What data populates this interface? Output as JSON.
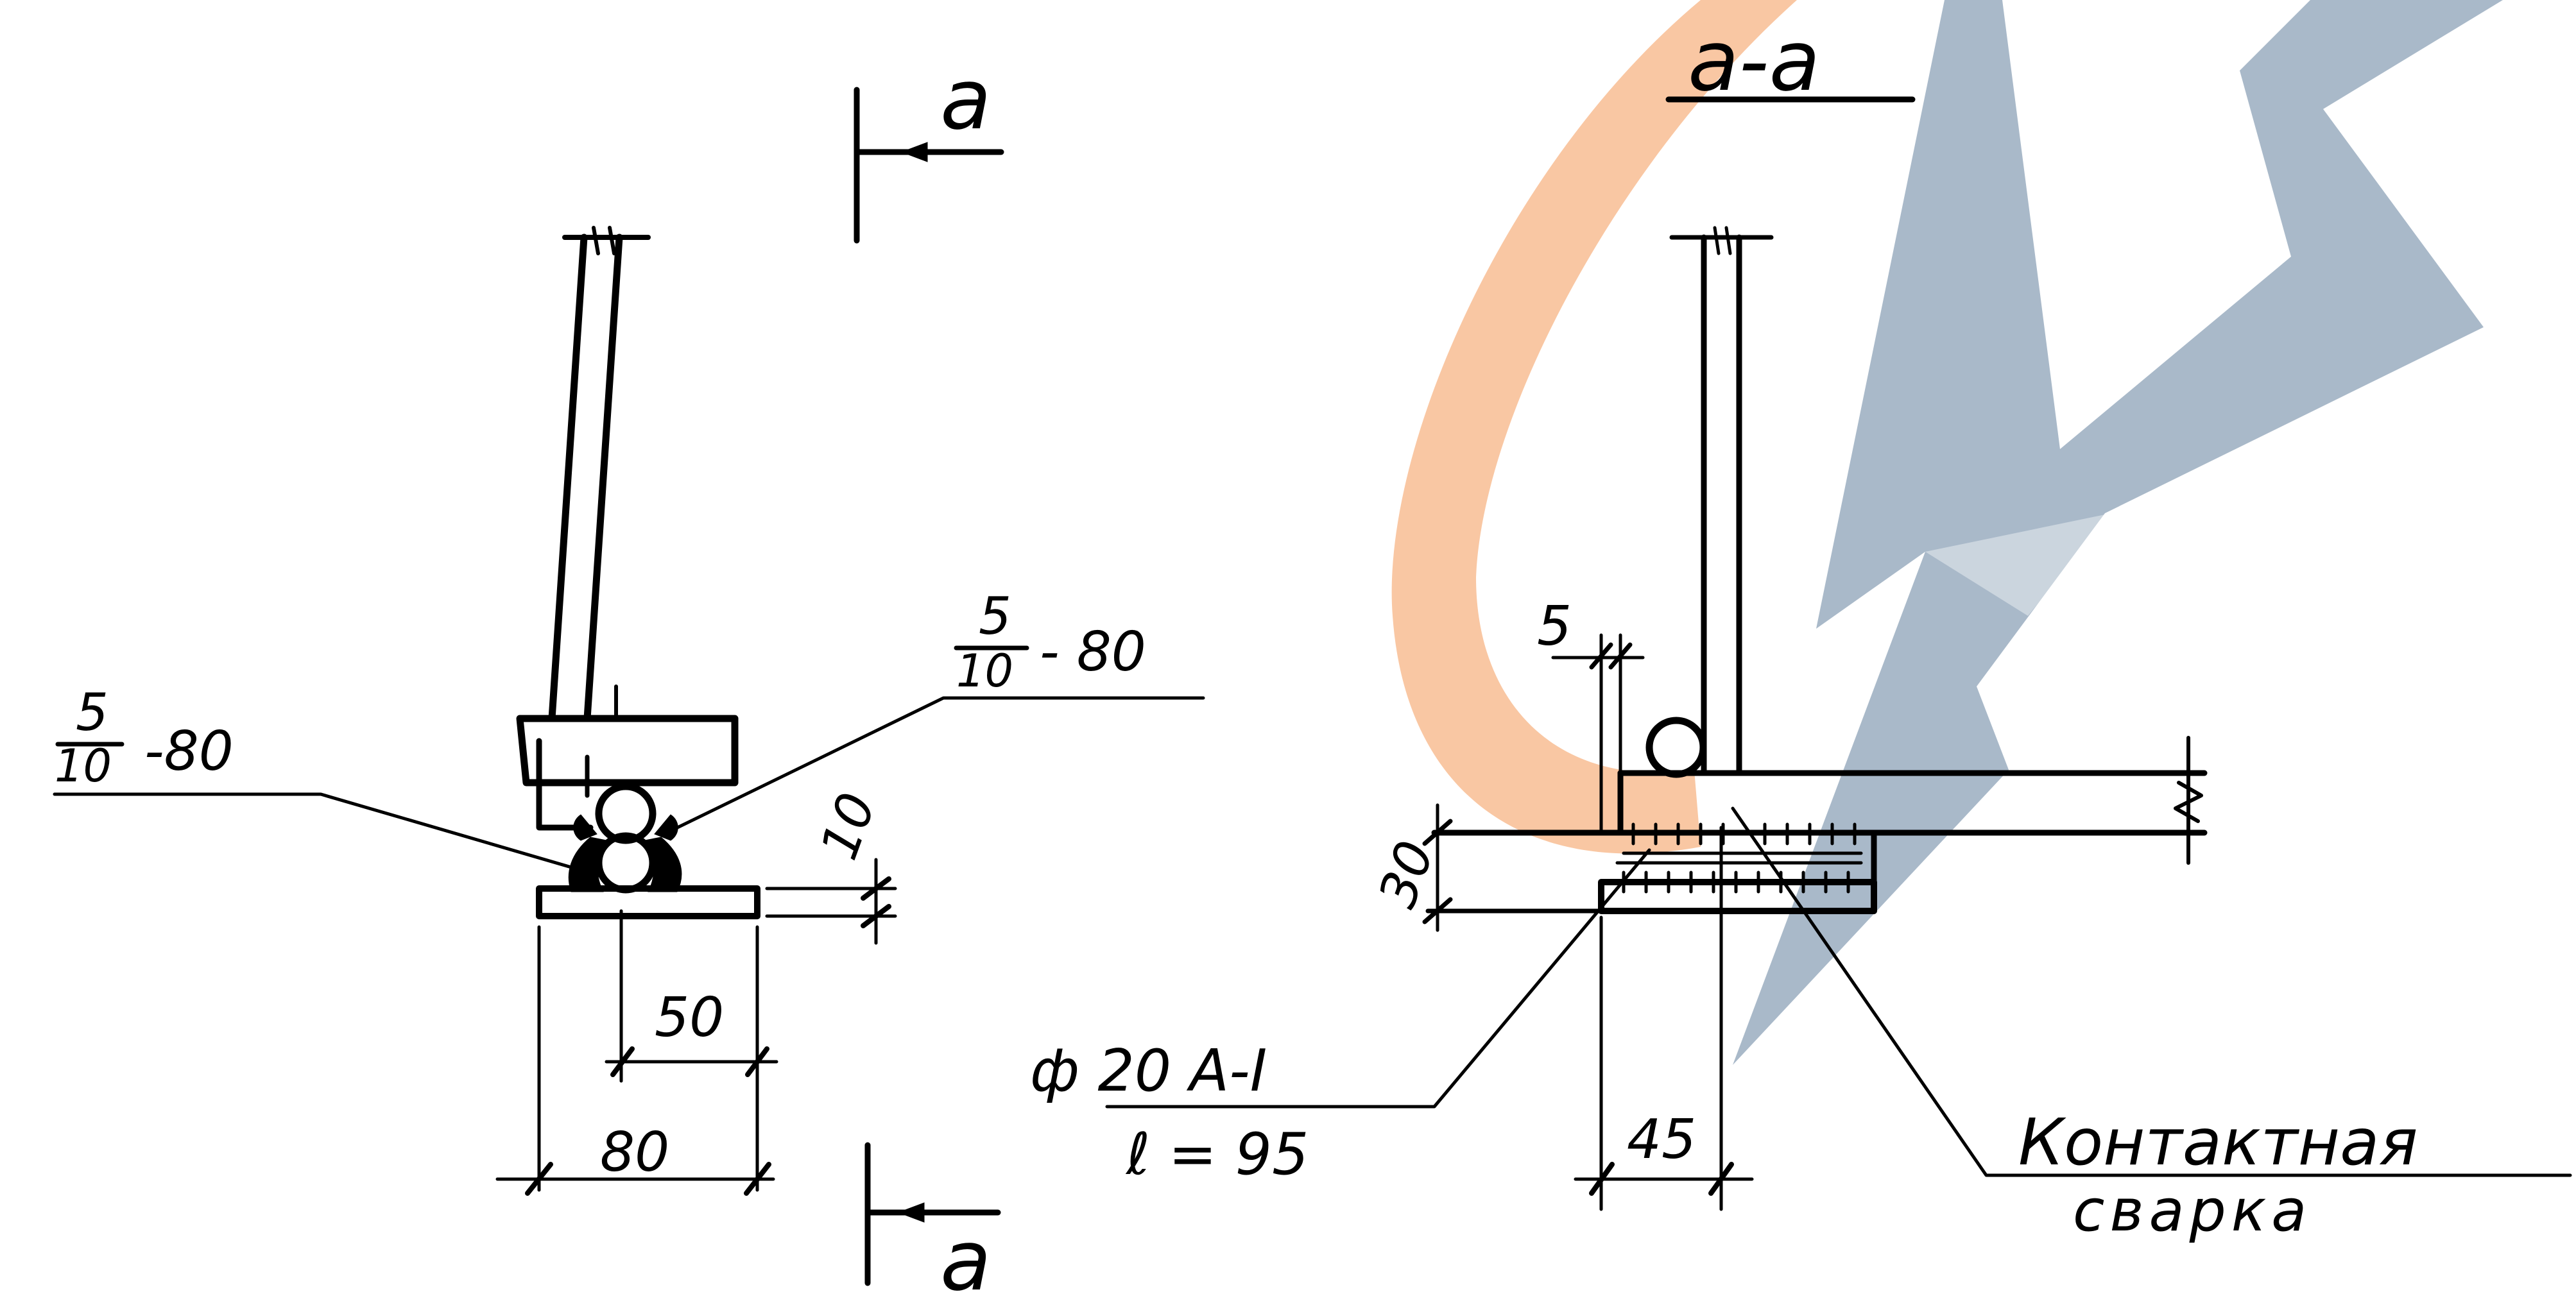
{
  "colors": {
    "ink": "#000000",
    "logo_orange": "#f9c7a3",
    "logo_blue": "#a9b9c9",
    "background": "#ffffff"
  },
  "section_marks": {
    "top_letter": "a",
    "bottom_letter": "a"
  },
  "section_title": "a-a",
  "left_view": {
    "weld_left": {
      "top": "5",
      "bottom": "10",
      "suffix": "-80"
    },
    "weld_right": {
      "top": "5",
      "bottom": "10",
      "suffix": "- 80"
    },
    "dim_plate": "10",
    "dim_inner": "50",
    "dim_outer": "80"
  },
  "right_view": {
    "dim_top": "5",
    "dim_height": "30",
    "dim_width": "45",
    "bar_spec": "ф 20 A-I",
    "bar_length": "ℓ = 95",
    "weld_label_line1": "Контактная",
    "weld_label_line2": "сварка"
  },
  "logo": {
    "name": "watermark-logo",
    "icon": "lightning-c-logo-icon"
  }
}
